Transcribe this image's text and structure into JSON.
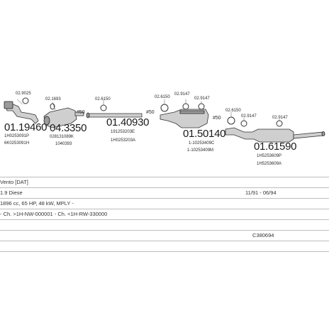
{
  "parts": [
    {
      "number": "01.19460",
      "ref1": "1H0253091P",
      "ref2": "6K0253091H"
    },
    {
      "number": "04.3350",
      "ref1": "028131089K",
      "ref2": "1040393"
    },
    {
      "number": "01.40930",
      "ref1": "191253203E",
      "ref2": "1H0253203A"
    },
    {
      "number": "01.50140",
      "ref1": "1-10253409C",
      "ref2": "1-10253409M"
    },
    {
      "number": "01.61590",
      "ref1": "1H5253609P",
      "ref2": "1H5253609A"
    }
  ],
  "callouts": [
    "02.9025",
    "02.1693",
    "02.6150",
    "02.6150",
    "02.9147",
    "02.9147",
    "02.6150",
    "02.9147",
    "02.9147"
  ],
  "diameters": [
    "#50",
    "#50",
    "#50"
  ],
  "vehicle": {
    "model": "Vento [DAT]",
    "engine": "1.9 Diese",
    "years": "11/91 - 06/94",
    "spec": "1896 cc, 65 HP, 48 kW, MPLY -",
    "chassis": "- Ch. >1H-NW-000001 - Ch. <1H-RW-330000",
    "code": "C380694"
  }
}
